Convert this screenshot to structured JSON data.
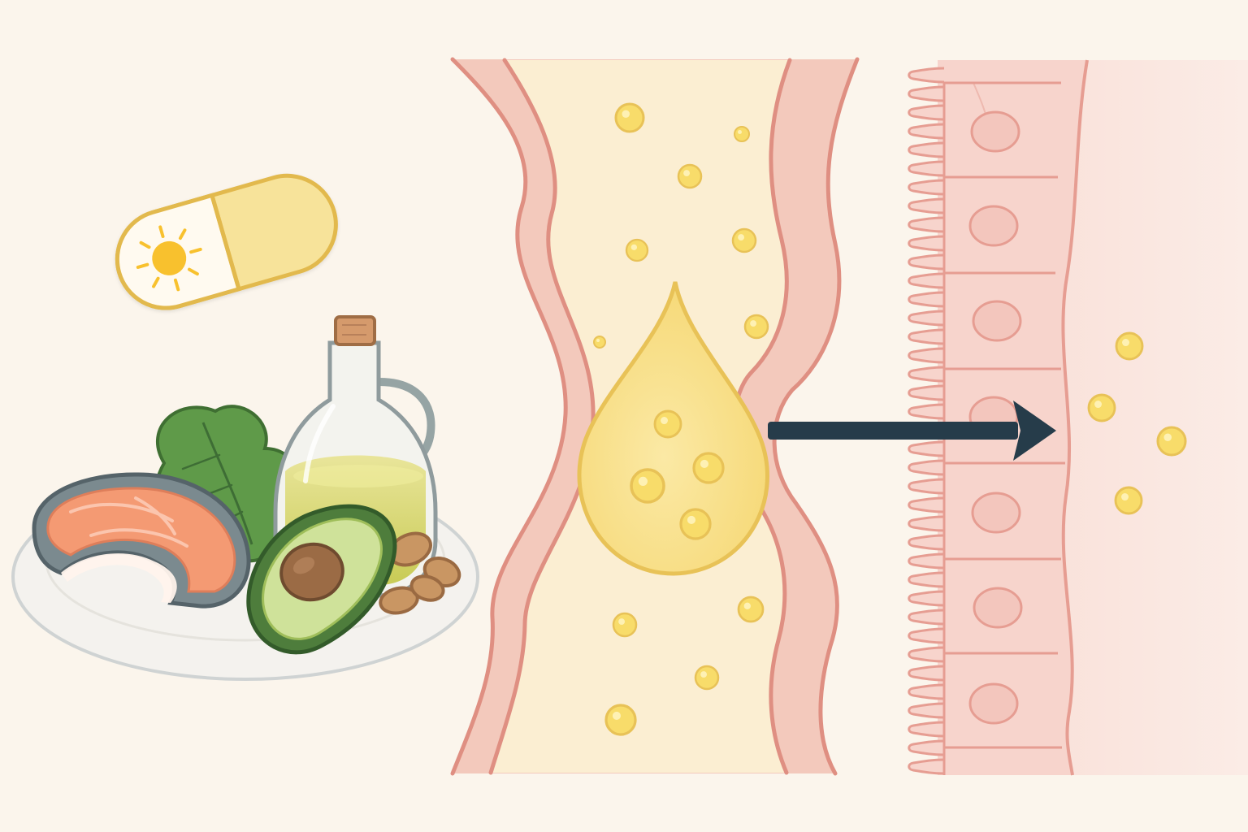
{
  "colors": {
    "background": "#fbf5ec",
    "capsule_yellow": "#f7e39a",
    "capsule_cap": "#fffaf0",
    "capsule_outline": "#e2b94e",
    "sun": "#f8c12f",
    "gut_wall": "#f3c9bc",
    "gut_wall_outline": "#df8f82",
    "lumen": "#fbeed2",
    "fat_droplet": "#f9e08f",
    "fat_outline": "#e8c257",
    "micelle": "#f8dc6a",
    "arrow": "#263c4a",
    "villi_cells": "#f7d4cc",
    "cell_outline": "#e69d92",
    "tissue": "#f9e4dd",
    "salmon": "#f49a73",
    "salmon_skin": "#7b8a8f",
    "avocado_dark": "#4e7d3c",
    "avocado_flesh": "#cfe29a",
    "avocado_pit": "#9b6b45",
    "oil": "#d7d66b",
    "leaf": "#5f9a49",
    "almond": "#c99663",
    "plate": "#f4f2ee"
  },
  "icons": {
    "supplement": "vitamin-d-capsule-icon",
    "food": "healthy-fats-plate-icon",
    "oil": "olive-oil-bottle-icon",
    "droplet": "fat-droplet-icon",
    "arrow": "absorption-arrow-icon"
  },
  "particles": {
    "lumen": [
      [
        775,
        145,
        17
      ],
      [
        913,
        165,
        9
      ],
      [
        849,
        217,
        14
      ],
      [
        784,
        308,
        13
      ],
      [
        916,
        296,
        14
      ],
      [
        931,
        402,
        14
      ],
      [
        738,
        421,
        7
      ],
      [
        769,
        769,
        14
      ],
      [
        924,
        750,
        15
      ],
      [
        870,
        834,
        14
      ],
      [
        764,
        886,
        18
      ]
    ],
    "droplet": [
      [
        822,
        522,
        16
      ],
      [
        872,
        576,
        18
      ],
      [
        797,
        598,
        20
      ],
      [
        856,
        645,
        18
      ]
    ],
    "tissue": [
      [
        1390,
        426,
        16
      ],
      [
        1356,
        502,
        16
      ],
      [
        1442,
        543,
        17
      ],
      [
        1389,
        616,
        16
      ]
    ]
  }
}
